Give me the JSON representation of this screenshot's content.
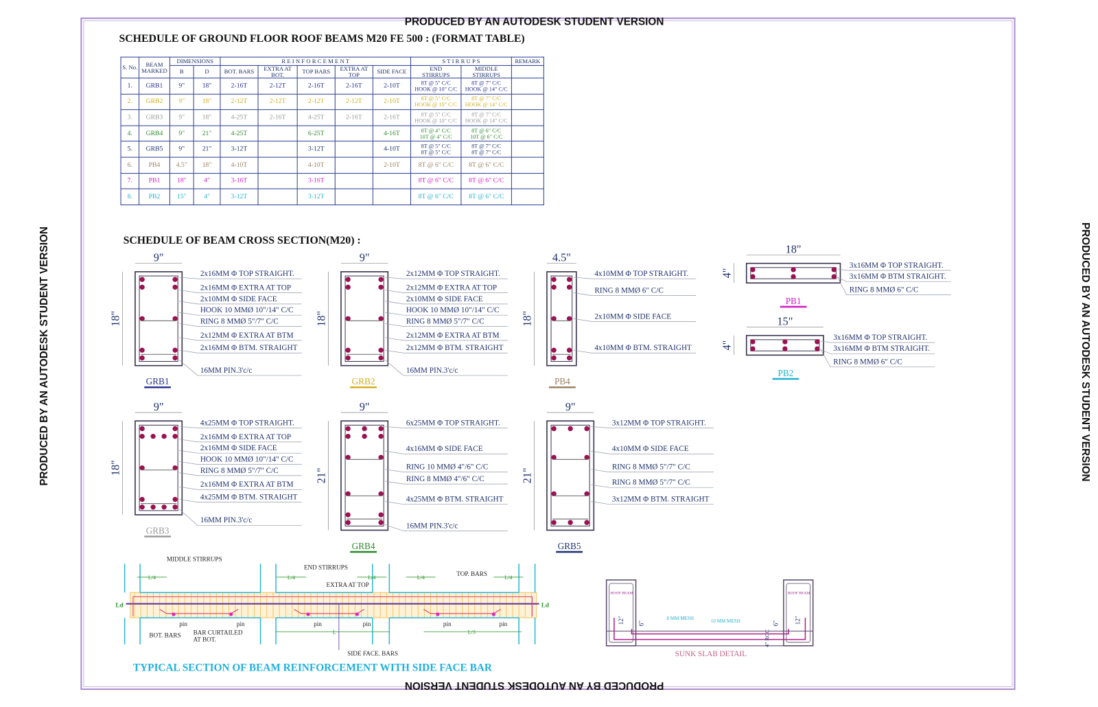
{
  "watermark": "PRODUCED BY AN AUTODESK STUDENT VERSION",
  "schedule_title": "SCHEDULE OF GROUND FLOOR ROOF BEAMS M20 FE 500 : (FORMAT TABLE)",
  "cross_title": "SCHEDULE OF BEAM CROSS SECTION(M20) :",
  "table": {
    "group_headers": {
      "sno": "S. No.",
      "beam": "BEAM\nMARKED",
      "dimensions": "DIMENSIONS",
      "reinforcement": "R E I N F O R C E M E N T",
      "stirrups": "S T I R R U P S",
      "remark": "REMARK"
    },
    "sub_headers": [
      "B",
      "D",
      "BOT. BARS",
      "EXTRA AT\nBOT.",
      "TOP BARS",
      "EXTRA AT\nTOP",
      "SIDE FACE",
      "END\nSTIRRUPS",
      "MIDDLE\nSTIRRUPS"
    ],
    "rows": [
      {
        "color": "#27318f",
        "cells": [
          "1.",
          "GRB1",
          "9\"",
          "18\"",
          "2-16T",
          "2-12T",
          "2-16T",
          "2-16T",
          "2-10T",
          "8T @ 5\" C/C\nHOOK @ 10\" C/C",
          "8T @ 7\" C/C\nHOOK @ 14\" C/C",
          ""
        ]
      },
      {
        "color": "#d2ae1e",
        "cells": [
          "2.",
          "GRB2",
          "9\"",
          "18\"",
          "2-12T",
          "2-12T",
          "2-12T",
          "2-12T",
          "2-10T",
          "8T @ 5\" C/C\nHOOK @ 10\" C/C",
          "8T @ 7\" C/C\nHOOK @ 14\" C/C",
          ""
        ]
      },
      {
        "color": "#9a9a9a",
        "cells": [
          "3.",
          "GRB3",
          "9\"",
          "18\"",
          "4-25T",
          "2-16T",
          "4-25T",
          "2-16T",
          "2-16T",
          "8T @ 5\" C/C\nHOOK @ 10\" C/C",
          "8T @ 7\" C/C\nHOOK @ 14\" C/C",
          ""
        ]
      },
      {
        "color": "#2f8a2f",
        "cells": [
          "4.",
          "GRB4",
          "9\"",
          "21\"",
          "4-25T",
          "",
          "6-25T",
          "",
          "4-16T",
          "8T @ 4\" C/C\n10T @ 4\" C/C",
          "8T @ 6\" C/C\n10T @ 6\" C/C",
          ""
        ]
      },
      {
        "color": "#1f3572",
        "cells": [
          "5.",
          "GRB5",
          "9\"",
          "21\"",
          "3-12T",
          "",
          "3-12T",
          "",
          "4-10T",
          "8T @ 5\" C/C\n8T @ 5\" C/C",
          "8T @ 7\" C/C\n8T @ 7\" C/C",
          ""
        ]
      },
      {
        "color": "#9a8060",
        "cells": [
          "6.",
          "PB4",
          "4.5\"",
          "18\"",
          "4-10T",
          "",
          "4-10T",
          "",
          "2-10T",
          "8T @ 6\" C/C",
          "8T @ 6\" C/C",
          ""
        ]
      },
      {
        "color": "#d21ec4",
        "cells": [
          "7.",
          "PB1",
          "18\"",
          "4\"",
          "3-16T",
          "",
          "3-16T",
          "",
          "",
          "8T @ 6\" C/C",
          "8T @ 6\" C/C",
          ""
        ]
      },
      {
        "color": "#1fb0cf",
        "cells": [
          "8.",
          "PB2",
          "15\"",
          "4\"",
          "3-12T",
          "",
          "3-12T",
          "",
          "",
          "8T @ 6\" C/C",
          "8T @ 6\" C/C",
          ""
        ]
      }
    ]
  },
  "sections": [
    {
      "name": "GRB1",
      "color": "#27318f",
      "width": "9\"",
      "depth": "18\"",
      "callouts": [
        "2x16MM Φ TOP STRAIGHT.",
        "2x16MM Φ EXTRA AT TOP",
        "2x10MM Φ SIDE FACE",
        "HOOK 10 MMØ 10\"/14\" C/C",
        "RING 8 MMØ 5\"/7\" C/C",
        "2x12MM Φ EXTRA AT BTM",
        "2x16MM Φ  BTM. STRAIGHT",
        "16MM PIN.3'c/c"
      ]
    },
    {
      "name": "GRB2",
      "color": "#d2ae1e",
      "width": "9\"",
      "depth": "18\"",
      "callouts": [
        "2x12MM Φ TOP STRAIGHT.",
        "2x12MM Φ EXTRA AT TOP",
        "2x10MM Φ SIDE FACE",
        "HOOK 10 MMØ 10\"/14\" C/C",
        "RING 8 MMØ 5\"/7\" C/C",
        "2x12MM Φ EXTRA AT BTM",
        "2x12MM Φ  BTM. STRAIGHT",
        "16MM PIN.3'c/c"
      ]
    },
    {
      "name": "PB4",
      "color": "#9a8060",
      "width": "4.5\"",
      "depth": "18\"",
      "callouts": [
        "4x10MM Φ TOP STRAIGHT.",
        "RING 8 MMØ 6\" C/C",
        "2x10MM Φ SIDE FACE",
        "4x10MM Φ  BTM. STRAIGHT"
      ]
    },
    {
      "name": "PB1",
      "color": "#d21ec4",
      "width": "18\"",
      "depth": "4\"",
      "callouts": [
        "3x16MM Φ TOP STRAIGHT.",
        "3x16MM Φ BTM STRAIGHT.",
        "RING 8 MMØ 6\" C/C"
      ]
    },
    {
      "name": "PB2",
      "color": "#1fb0cf",
      "width": "15\"",
      "depth": "4\"",
      "callouts": [
        "3x16MM Φ TOP STRAIGHT.",
        "3x16MM Φ BTM STRAIGHT.",
        "RING 8 MMØ 6\" C/C"
      ]
    },
    {
      "name": "GRB3",
      "color": "#9a9a9a",
      "width": "9\"",
      "depth": "18\"",
      "callouts": [
        "4x25MM Φ TOP STRAIGHT.",
        "2x16MM Φ EXTRA AT TOP",
        "2x16MM Φ SIDE FACE",
        "HOOK 10 MMØ 10\"/14\" C/C",
        "RING 8 MMØ 5\"/7\" C/C",
        "2x16MM Φ EXTRA AT BTM",
        "4x25MM Φ  BTM. STRAIGHT",
        "16MM PIN.3'c/c"
      ]
    },
    {
      "name": "GRB4",
      "color": "#2f8a2f",
      "width": "9\"",
      "depth": "21\"",
      "callouts": [
        "6x25MM Φ TOP STRAIGHT.",
        "4x16MM Φ SIDE FACE",
        "RING 10 MMØ 4\"/6\" C/C",
        "RING 8 MMØ 4\"/6\" C/C",
        "4x25MM Φ  BTM. STRAIGHT",
        "16MM PIN.3'c/c"
      ]
    },
    {
      "name": "GRB5",
      "color": "#1f3572",
      "width": "9\"",
      "depth": "21\"",
      "callouts": [
        "3x12MM Φ TOP STRAIGHT.",
        "4x10MM Φ SIDE FACE",
        "RING 8 MMØ 5\"/7\" C/C",
        "RING 8 MMØ 5\"/7\" C/C",
        "3x12MM Φ  BTM. STRAIGHT"
      ]
    }
  ],
  "typical": {
    "title": "TYPICAL SECTION OF  BEAM REINFORCEMENT WITH SIDE FACE BAR",
    "labels": {
      "middle_stirrups": "MIDDLE STIRRUPS",
      "end_stirrups": "END STIRRUPS",
      "extra_at_top": "EXTRA AT TOP",
      "top_bars": "TOP. BARS",
      "bot_bars": "BOT. BARS",
      "bar_curtailed": "BAR CURTAILED\nAT BOT.",
      "side_face_bars": "SIDE FACE. BARS",
      "pin": "pin",
      "ld": "Ld",
      "l4": "L/4",
      "l": "L",
      "l3": "L/3"
    }
  },
  "sunk": {
    "title": "SUNK SLAB DETAIL",
    "roof_beam": "ROOF BEAM",
    "mesh8": "8 MM  MESH",
    "mesh10": "10 MM  MESH",
    "d12": "12\"",
    "d6": "6\"",
    "rcc": "4\" RCC"
  },
  "colors": {
    "bar": "#9b1152",
    "ink": "#1d2f6a",
    "frame": "#a98ccc",
    "cyan": "#29b6d6",
    "yellow": "#f3c35a",
    "green": "#2f9a2f"
  }
}
